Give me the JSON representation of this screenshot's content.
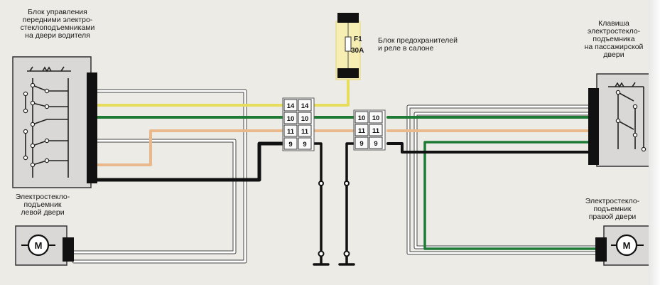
{
  "labels": {
    "driver_unit": "Блок управления\nпередними электро-\nстеклоподъемниками\nна двери водителя",
    "passenger_switch": "Клавиша\nэлектростекло-\nподъемника\nна пассажирской\nдвери",
    "fuse_block": "Блок предохранителей\nи реле в салоне",
    "left_motor": "Электростекло-\nподъемник\nлевой двери",
    "right_motor": "Электростекло-\nподъемник\nправой двери"
  },
  "fuse": {
    "name": "F1",
    "rating": "30A"
  },
  "motor_symbol": "M",
  "connector_left": [
    [
      "14",
      "14"
    ],
    [
      "10",
      "10"
    ],
    [
      "11",
      "11"
    ],
    [
      "9",
      "9"
    ]
  ],
  "connector_right": [
    [
      "10",
      "10"
    ],
    [
      "11",
      "11"
    ],
    [
      "9",
      "9"
    ]
  ],
  "colors": {
    "yellow": "#e7dd5c",
    "green": "#1f7a35",
    "orange": "#e9b98c",
    "black": "#111111",
    "white": "#ffffff",
    "fuse_fill": "#f6eeb2"
  }
}
